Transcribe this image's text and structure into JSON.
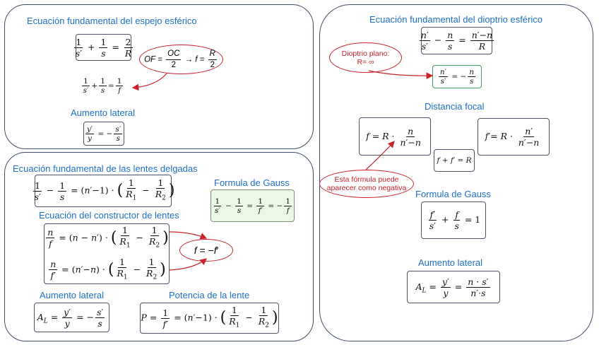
{
  "mirror_panel": {
    "title": "Ecuación fundamental del espejo esférico",
    "lateral_title": "Aumento lateral"
  },
  "lens_panel": {
    "title": "Ecuación fundamental de las lentes delgadas",
    "gauss_title": "Formula de Gauss",
    "constructor_title": "Ecuación del constructor de lentes",
    "lateral_title": "Aumento lateral",
    "power_title": "Potencia de la lente"
  },
  "diopter_panel": {
    "title": "Ecuación fundamental del dioptrio esférico",
    "plane_note_line1": "Dioptrio plano:",
    "plane_note_line2": "R= ∞",
    "focal_title": "Distancia focal",
    "negative_note_line1": "Esta fórmula puede",
    "negative_note_line2": "aparecer como negativa",
    "gauss_title": "Formula de Gauss",
    "lateral_title": "Aumento lateral"
  },
  "colors": {
    "title_blue": "#1f6fc7",
    "note_red": "#c8232b",
    "panel_border": "#3f4f6b",
    "gauss_fill": "#edf7e6"
  }
}
